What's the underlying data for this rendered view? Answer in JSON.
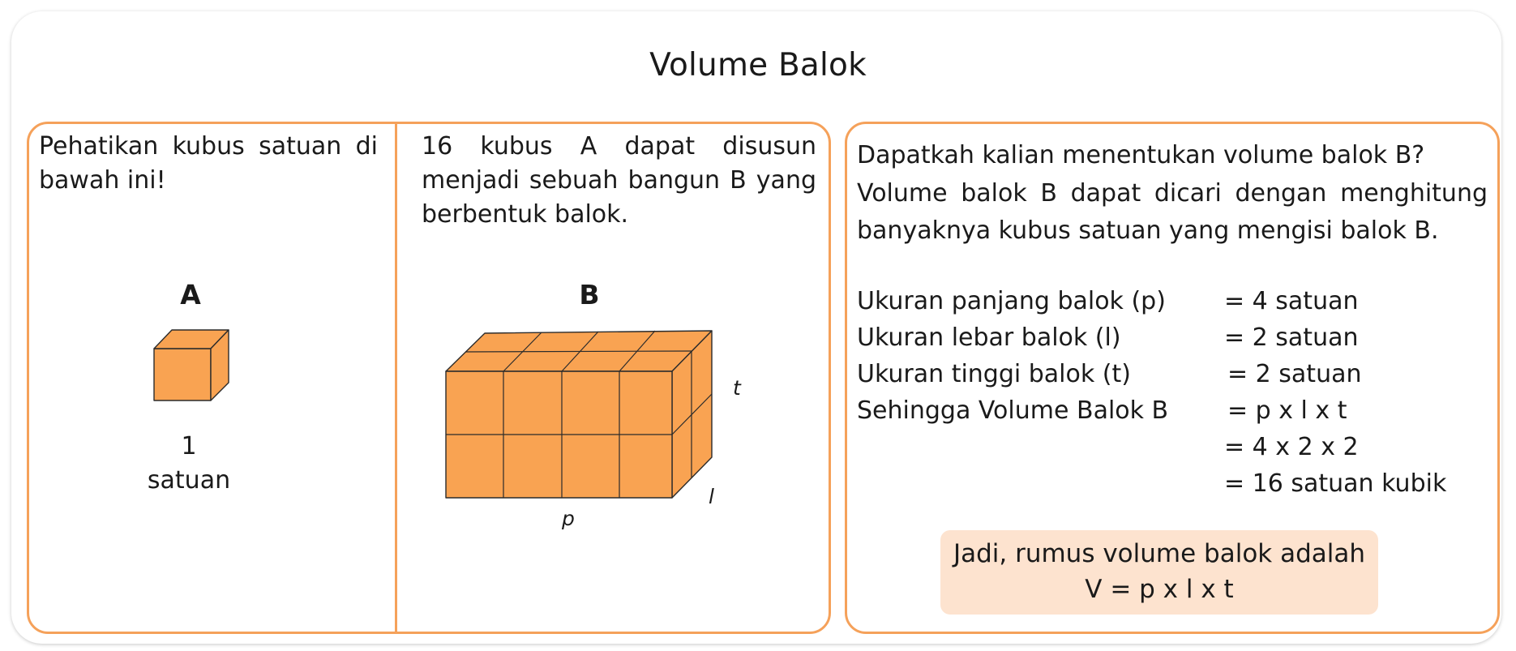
{
  "title": "Volume Balok",
  "colors": {
    "accent": "#f5a15a",
    "cube_fill": "#f9a352",
    "highlight": "#fde3cf"
  },
  "left": {
    "intro": "Pehatikan kubus satuan di bawah ini!",
    "cube_label": "A",
    "unit_caption": "1 satuan"
  },
  "middle": {
    "intro": "16 kubus A dapat disusun menjadi sebuah bangun B yang berbentuk balok.",
    "cuboid_label": "B",
    "dim_p": "p",
    "dim_l": "l",
    "dim_t": "t"
  },
  "right": {
    "question": "Dapatkah kalian menentukan volume balok B?",
    "explanation": "Volume balok B dapat dicari dengan menghitung banyaknya kubus satuan yang mengisi balok B.",
    "rows": [
      {
        "label": "Ukuran panjang balok (p)",
        "value": "= 4 satuan"
      },
      {
        "label": "Ukuran lebar balok (l)",
        "value": "= 2 satuan"
      },
      {
        "label": "Ukuran tinggi balok (t)",
        "value": "= 2 satuan"
      },
      {
        "label": "Sehingga Volume Balok B",
        "value": "= p x l x t"
      },
      {
        "label": "",
        "value": "= 4 x 2 x 2"
      },
      {
        "label": "",
        "value": "= 16 satuan kubik"
      }
    ],
    "conclusion_line1": "Jadi, rumus volume balok adalah",
    "conclusion_line2": "V = p x l x t"
  }
}
